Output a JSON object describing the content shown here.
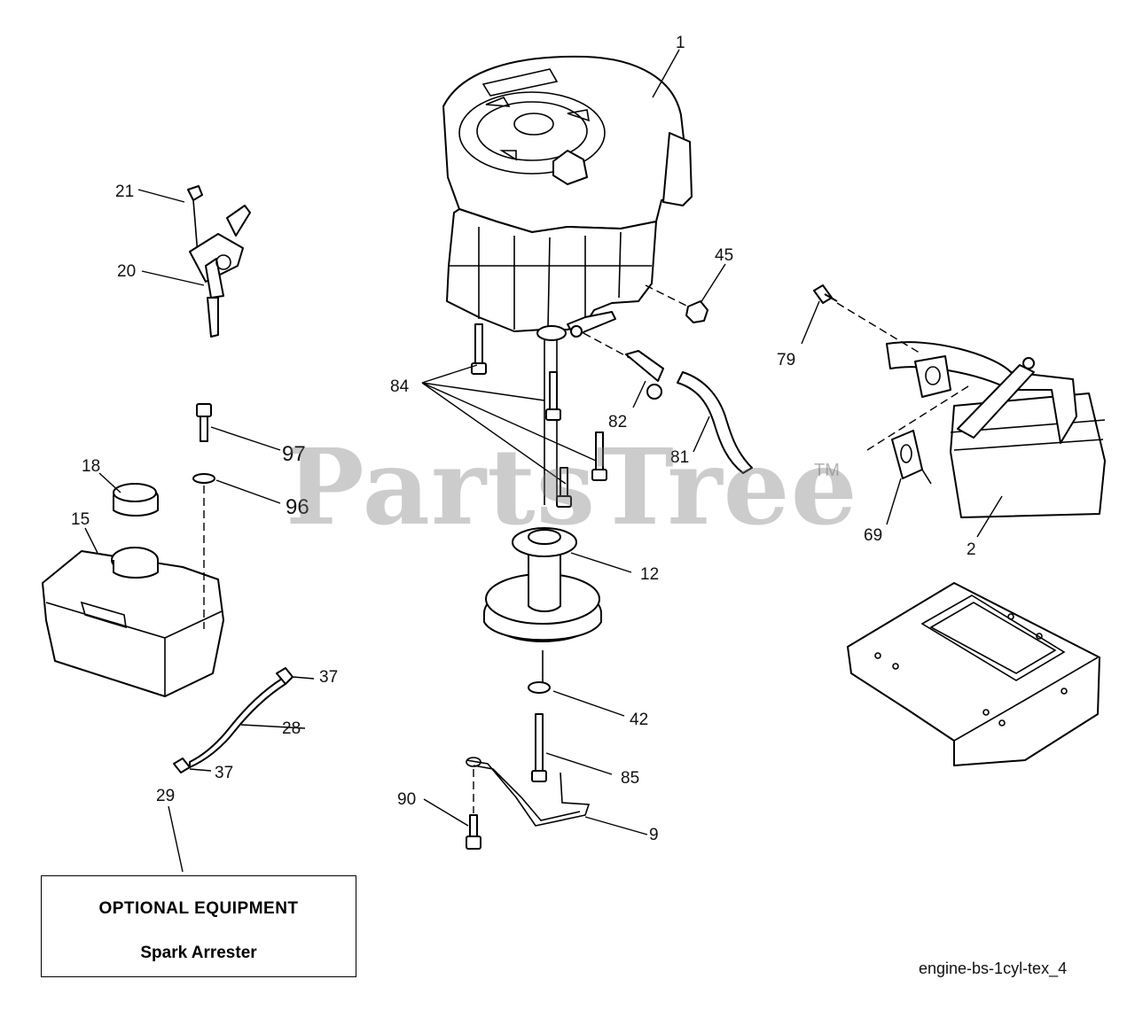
{
  "watermark": "PartsTree",
  "trademark": "TM",
  "callouts": {
    "c1": "1",
    "c2": "2",
    "c9": "9",
    "c12": "12",
    "c15": "15",
    "c18": "18",
    "c20": "20",
    "c21": "21",
    "c28": "28",
    "c29": "29",
    "c37a": "37",
    "c37b": "37",
    "c42": "42",
    "c45": "45",
    "c69": "69",
    "c79": "79",
    "c81": "81",
    "c82": "82",
    "c84": "84",
    "c85": "85",
    "c90": "90",
    "c96": "96",
    "c97": "97"
  },
  "optional_box": {
    "title": "OPTIONAL EQUIPMENT",
    "item": "Spark Arrester"
  },
  "diagram_code": "engine-bs-1cyl-tex_4"
}
